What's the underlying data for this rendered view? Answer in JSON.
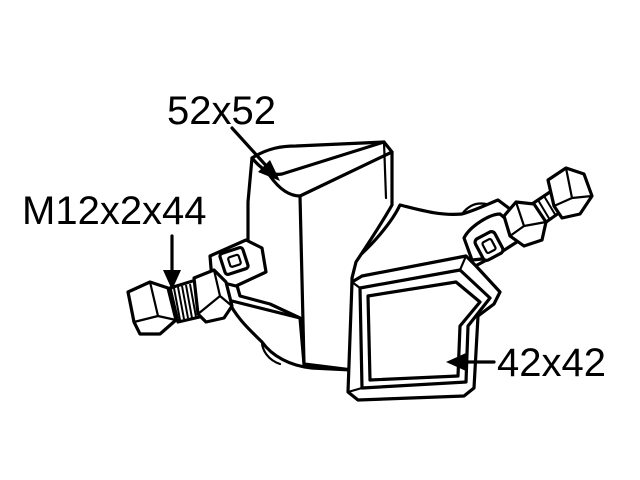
{
  "labels": {
    "top_profile": "52x52",
    "bolt_spec": "M12x2x44",
    "side_profile": "42x42"
  },
  "colors": {
    "line": "#000000",
    "background": "#ffffff"
  }
}
